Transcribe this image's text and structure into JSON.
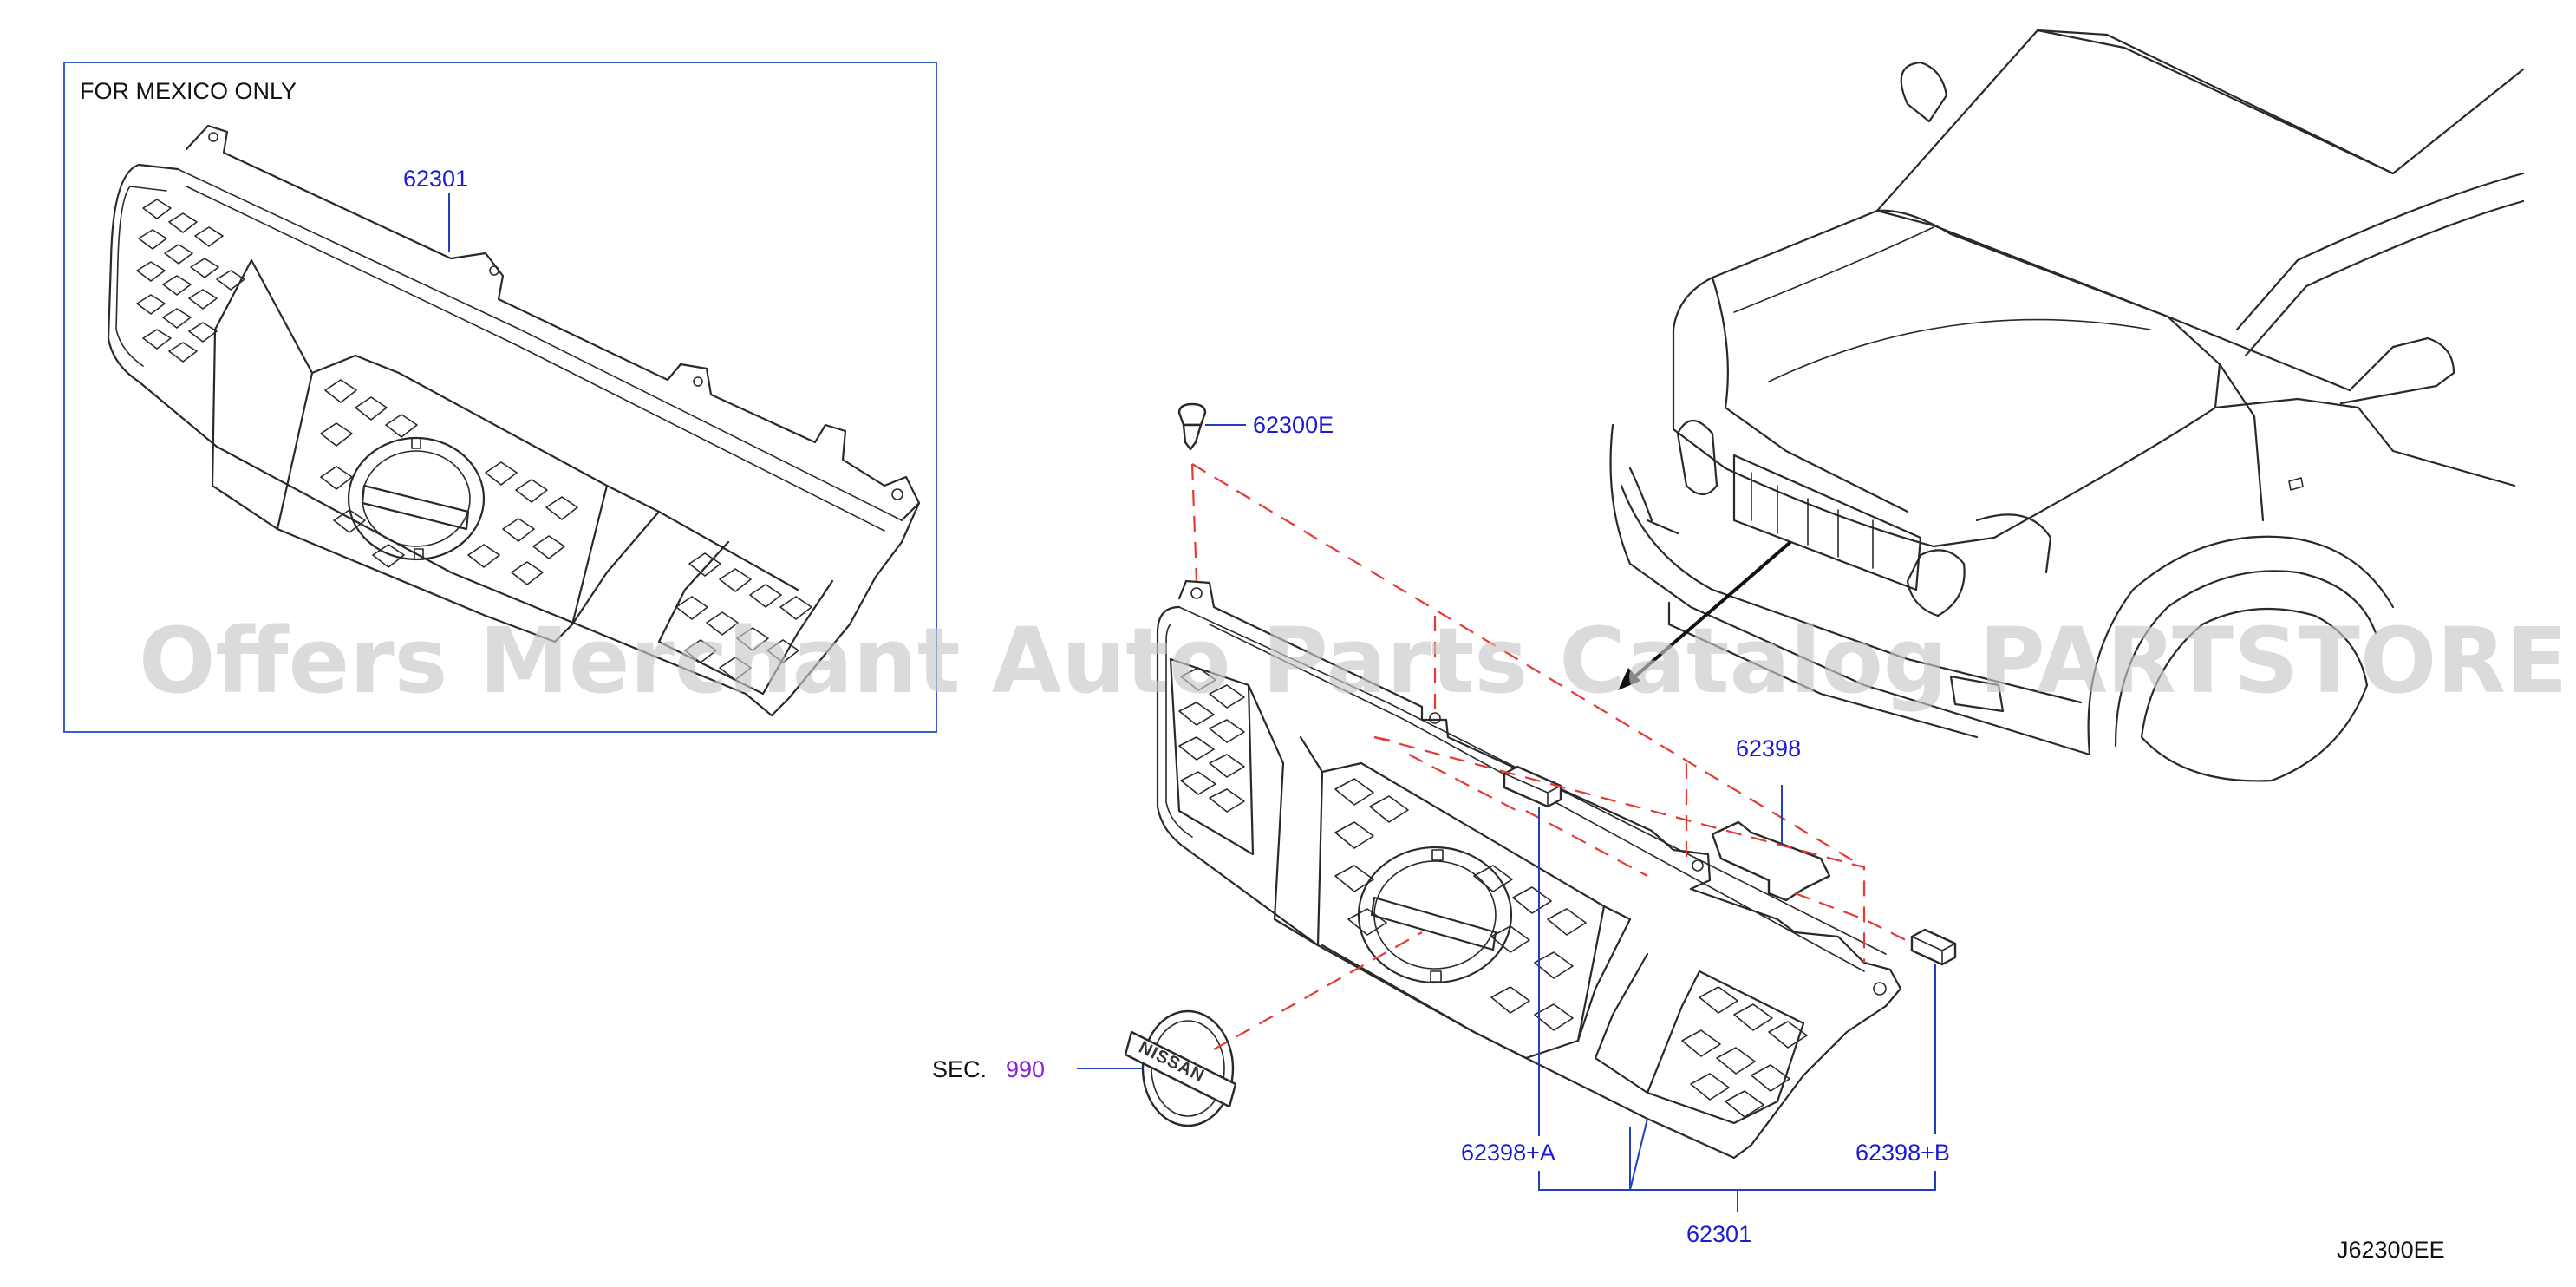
{
  "inset": {
    "title": "FOR   MEXICO   ONLY",
    "part_label": "62301"
  },
  "labels": {
    "clip": "62300E",
    "bracket": "62398",
    "cover_a": "62398+A",
    "cover_b": "62398+B",
    "grille": "62301",
    "sec_prefix": "SEC.",
    "sec_number": "990",
    "badge_text": "NISSAN"
  },
  "diagram_code": "J62300EE",
  "watermark": "Offers Merchant Auto Parts Catalog PARTSTORE.SA",
  "colors": {
    "label_blue": "#1a1ad8",
    "section_purple": "#8a1fd6",
    "dash_red": "#e53935",
    "frame_blue": "#3a5fc8"
  }
}
